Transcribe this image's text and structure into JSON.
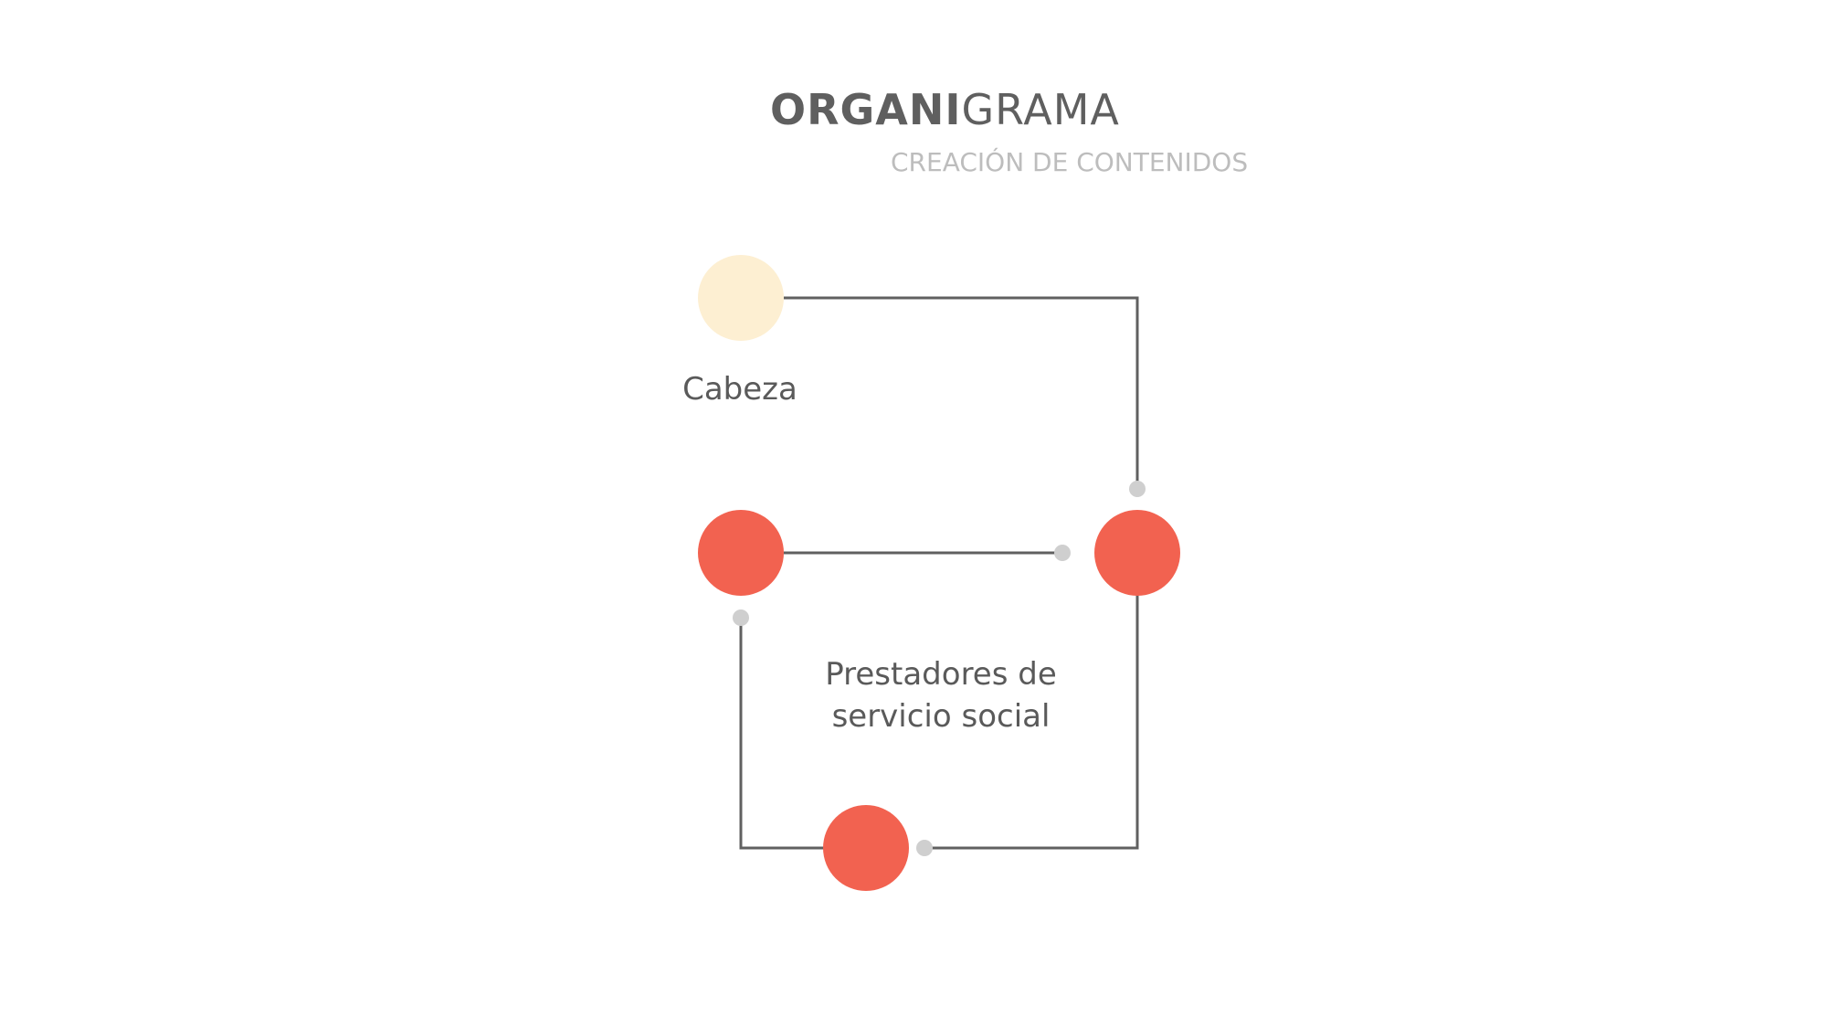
{
  "title": {
    "bold_part": "ORGANI",
    "light_part": "GRAMA"
  },
  "subtitle": "CREACIÓN DE CONTENIDOS",
  "colors": {
    "head_node": "#fdefd2",
    "member_node": "#f26250",
    "connector": "#606060",
    "connector_dot": "#cfcfcf",
    "title_text": "#5f5f5f",
    "subtitle_text": "#bdbdbd"
  },
  "nodes": {
    "head_label": "Cabeza",
    "group_label": "Prestadores de servicio social"
  }
}
